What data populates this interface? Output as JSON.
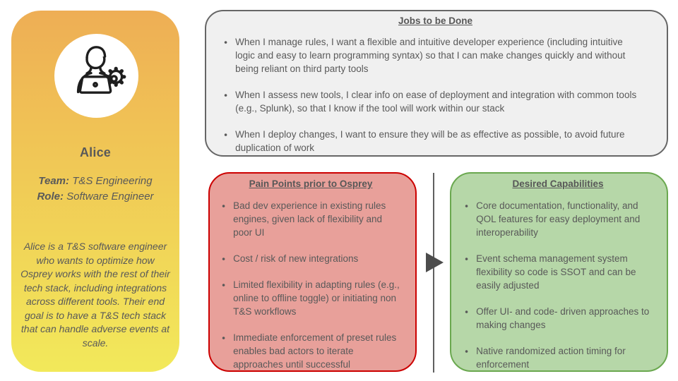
{
  "persona_card": {
    "name": "Alice",
    "team": {
      "label": "Team:",
      "value": "T&S Engineering"
    },
    "role": {
      "label": "Role:",
      "value": "Software Engineer"
    },
    "bio": "Alice is a T&S software engineer who wants to optimize how Osprey works with the rest of their tech stack, including integrations across different tools. Their end goal is to have a T&S tech stack that can handle adverse events at scale.",
    "avatar_icon": "person-at-laptop-with-gear-icon",
    "colors": {
      "gradient_top": "#eeae55",
      "gradient_bottom": "#f2e95a"
    }
  },
  "jobs_box": {
    "title": "Jobs to be Done",
    "bullets": [
      "When I manage rules, I want a flexible and intuitive developer experience (including intuitive logic and easy to learn programming syntax) so that I can make changes quickly and without being reliant on third party tools",
      "When I assess new tools, I clear info on ease of deployment and integration with common tools (e.g., Splunk), so that I know if the tool will work within our stack",
      "When I deploy changes, I want to ensure they will be as effective as possible, to avoid future duplication of work"
    ],
    "colors": {
      "fill": "#f0f0f0",
      "border": "#666666"
    }
  },
  "pain_box": {
    "title": "Pain Points prior to Osprey",
    "bullets": [
      "Bad dev experience in existing rules engines, given lack of flexibility and poor UI",
      "Cost / risk of new integrations",
      "Limited flexibility in adapting rules (e.g., online to offline toggle) or initiating non T&S workflows",
      "Immediate enforcement of preset rules enables bad actors to iterate approaches until successful"
    ],
    "colors": {
      "fill": "#e8a09a",
      "border": "#cc0000"
    }
  },
  "capabilities_box": {
    "title": "Desired Capabilities",
    "bullets": [
      "Core documentation, functionality, and QOL features for easy deployment and interoperability",
      "Event schema management system flexibility so code is SSOT and can be easily adjusted",
      "Offer UI- and code- driven approaches to making changes",
      "Native randomized action timing for enforcement"
    ],
    "colors": {
      "fill": "#b6d7a8",
      "border": "#6aa84f"
    }
  },
  "arrow": {
    "direction": "right",
    "color": "#4c4c4c"
  },
  "text_color": "#595959"
}
